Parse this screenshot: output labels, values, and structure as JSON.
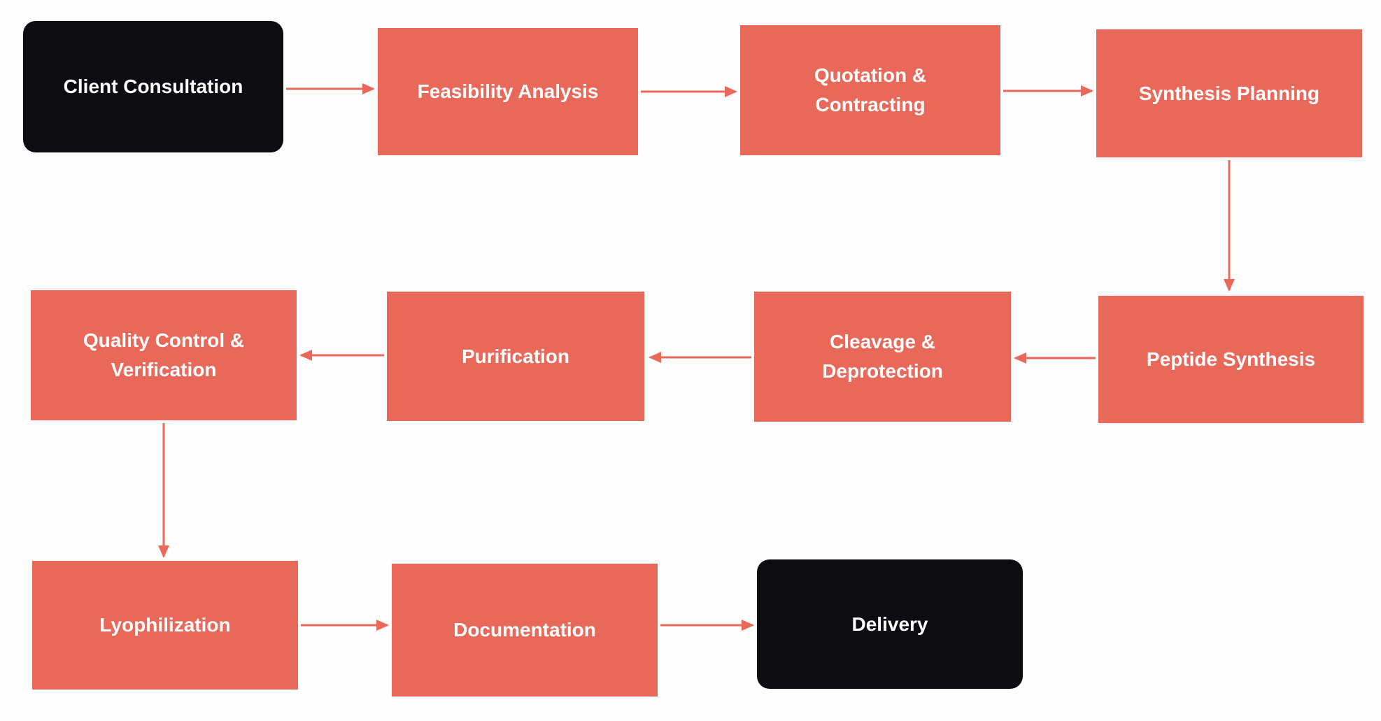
{
  "diagram": {
    "type": "flowchart",
    "background": "#FDFDFD",
    "colors": {
      "process_fill": "#E8695A",
      "terminal_fill": "#0D0D11",
      "label_text": "#FFFFFF",
      "arrow": "#E8695A"
    },
    "nodes": [
      {
        "label": "Client Consultation",
        "type": "terminal"
      },
      {
        "label": "Feasibility Analysis",
        "type": "process"
      },
      {
        "label": "Quotation & Contracting",
        "type": "process"
      },
      {
        "label": "Synthesis Planning",
        "type": "process"
      },
      {
        "label": "Peptide Synthesis",
        "type": "process"
      },
      {
        "label": "Cleavage & Deprotection",
        "type": "process"
      },
      {
        "label": "Purification",
        "type": "process"
      },
      {
        "label": "Quality Control & Verification",
        "type": "process"
      },
      {
        "label": "Lyophilization",
        "type": "process"
      },
      {
        "label": "Documentation",
        "type": "process"
      },
      {
        "label": "Delivery",
        "type": "terminal"
      }
    ],
    "edges": [
      {
        "from": "Client Consultation",
        "to": "Feasibility Analysis"
      },
      {
        "from": "Feasibility Analysis",
        "to": "Quotation & Contracting"
      },
      {
        "from": "Quotation & Contracting",
        "to": "Synthesis Planning"
      },
      {
        "from": "Synthesis Planning",
        "to": "Peptide Synthesis"
      },
      {
        "from": "Peptide Synthesis",
        "to": "Cleavage & Deprotection"
      },
      {
        "from": "Cleavage & Deprotection",
        "to": "Purification"
      },
      {
        "from": "Purification",
        "to": "Quality Control & Verification"
      },
      {
        "from": "Quality Control & Verification",
        "to": "Lyophilization"
      },
      {
        "from": "Lyophilization",
        "to": "Documentation"
      },
      {
        "from": "Documentation",
        "to": "Delivery"
      }
    ]
  }
}
